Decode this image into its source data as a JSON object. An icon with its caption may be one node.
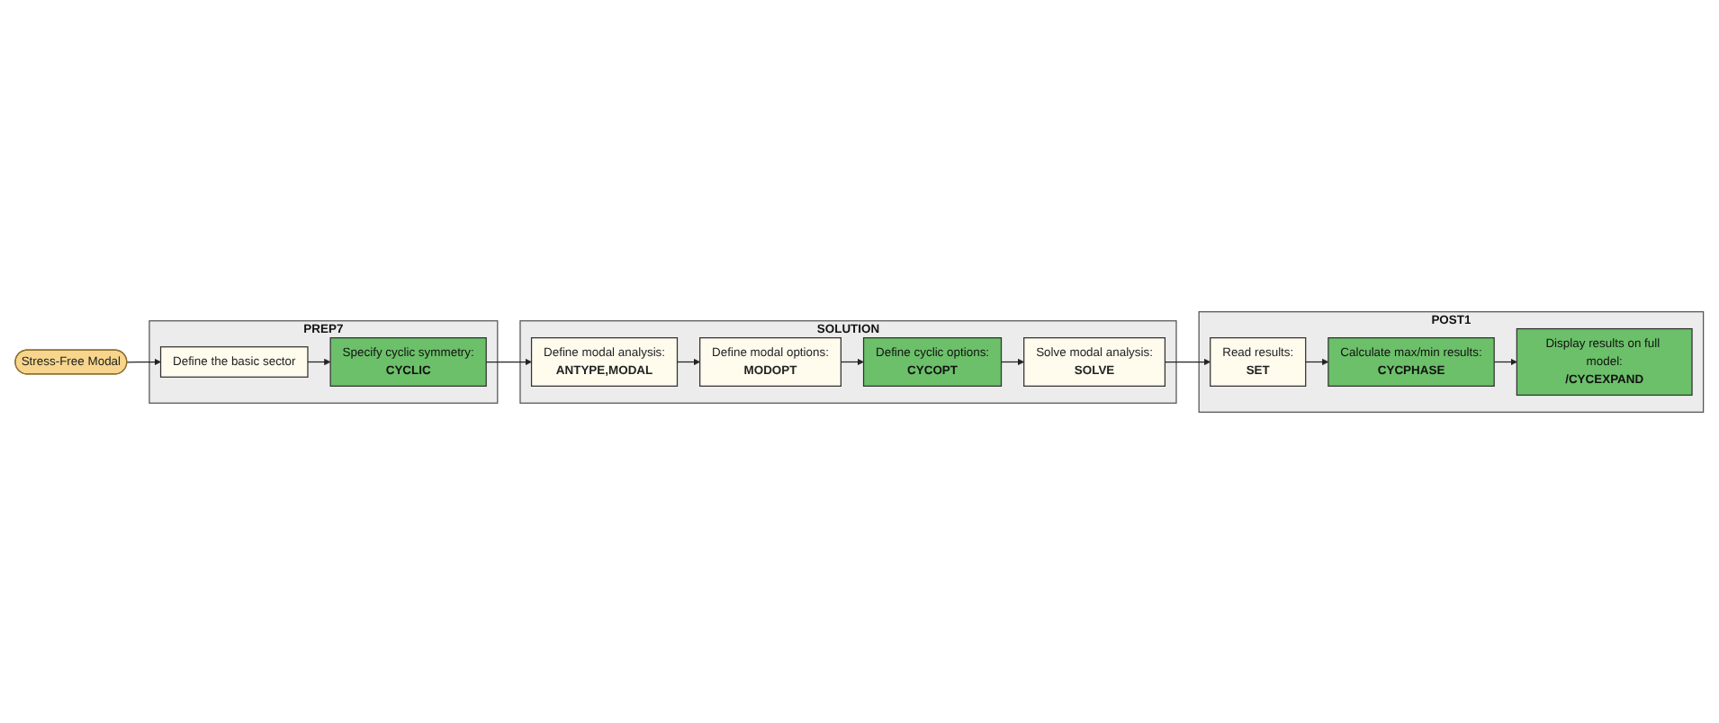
{
  "diagram": {
    "nodes": [
      {
        "text": [
          "Stress-Free Modal"
        ]
      },
      {
        "text": [
          "PREP7"
        ]
      },
      {
        "text": [
          "Define the basic sector"
        ],
        "in": 1
      },
      {
        "text": [
          "Specify cyclic symmetry:",
          "CYCLIC"
        ],
        "in": 1
      },
      {
        "text": [
          "SOLUTION"
        ]
      },
      {
        "text": [
          "Define modal analysis:",
          "ANTYPE,MODAL"
        ],
        "in": 4
      },
      {
        "text": [
          "Define modal options:",
          "MODOPT"
        ],
        "in": 4
      },
      {
        "text": [
          "Define cyclic options:",
          "CYCOPT"
        ],
        "in": 4
      },
      {
        "text": [
          "Solve modal analysis:",
          "SOLVE"
        ],
        "in": 4
      },
      {
        "text": [
          "POST1"
        ]
      },
      {
        "text": [
          "Read results:",
          "SET"
        ],
        "in": 9
      },
      {
        "text": [
          "Calculate max/min results:",
          "CYCPHASE"
        ],
        "in": 9
      },
      {
        "text": [
          "Display results on full model:",
          "/CYCEXPAND"
        ],
        "in": 9
      }
    ],
    "edges": [
      {
        "from": 0,
        "to": 2,
        "arrow": "to"
      },
      {
        "from": 2,
        "to": 3,
        "arrow": "to"
      },
      {
        "from": 3,
        "to": 5,
        "arrow": "to"
      },
      {
        "from": 5,
        "to": 6,
        "arrow": "to"
      },
      {
        "from": 6,
        "to": 7,
        "arrow": "to"
      },
      {
        "from": 7,
        "to": 8,
        "arrow": "to"
      },
      {
        "from": 8,
        "to": 10,
        "arrow": "to"
      },
      {
        "from": 10,
        "to": 11,
        "arrow": "to"
      },
      {
        "from": 11,
        "to": 12,
        "arrow": "to"
      }
    ]
  }
}
